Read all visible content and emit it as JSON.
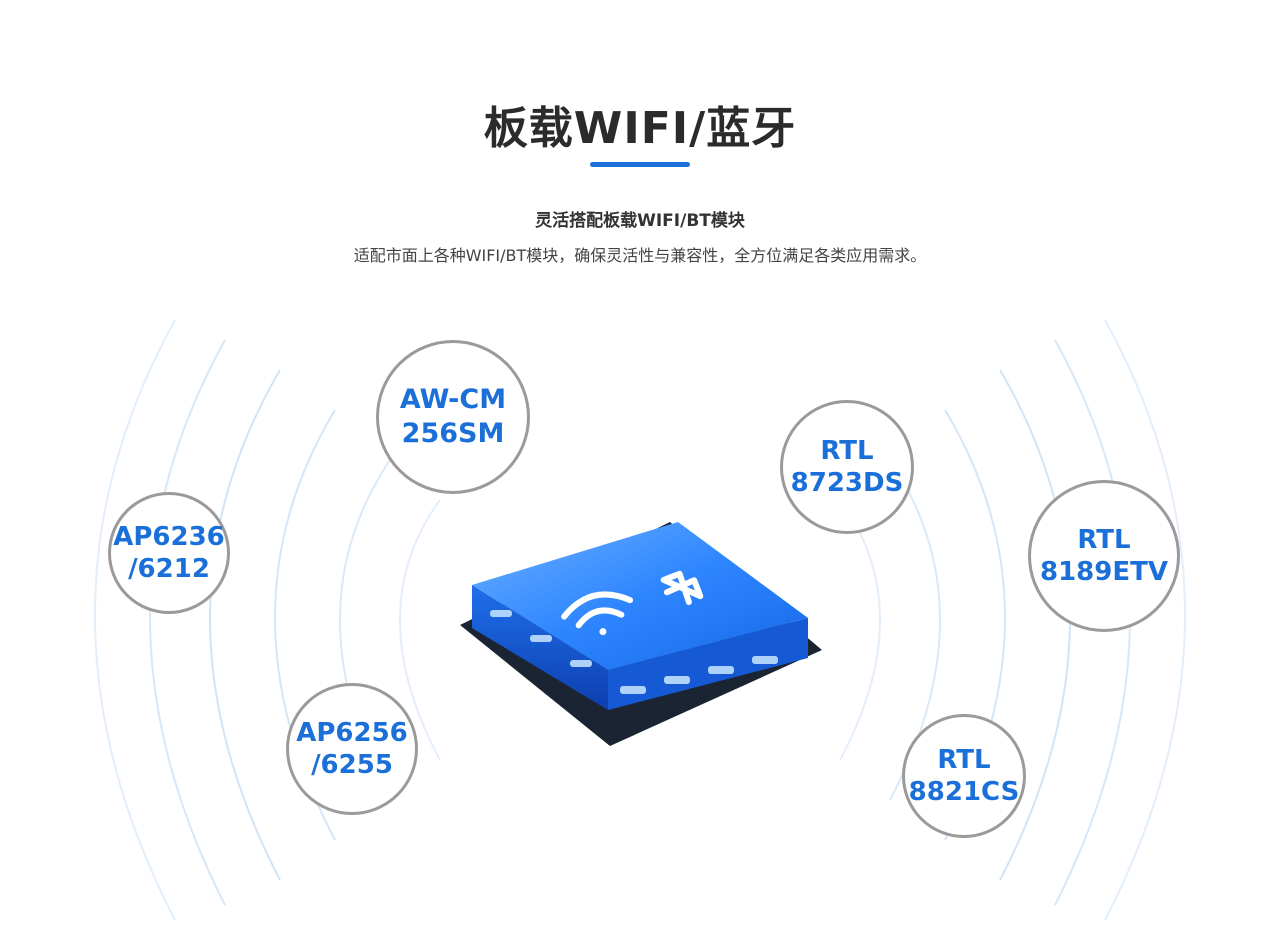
{
  "header": {
    "title": "板载WIFI/蓝牙",
    "subtitle": "灵活搭配板载WIFI/BT模块",
    "description": "适配市面上各种WIFI/BT模块，确保灵活性与兼容性，全方位满足各类应用需求。"
  },
  "colors": {
    "accent": "#1a6fd8",
    "bubble_border": "#9a9a9a",
    "wave": "#cfe3f7",
    "chip": "#2a7fff"
  },
  "chip": {
    "icons": [
      "wifi-icon",
      "bluetooth-icon"
    ]
  },
  "modules": [
    {
      "line1": "AW-CM",
      "line2": "256SM"
    },
    {
      "line1": "AP6236",
      "line2": "/6212"
    },
    {
      "line1": "AP6256",
      "line2": "/6255"
    },
    {
      "line1": "RTL",
      "line2": "8723DS"
    },
    {
      "line1": "RTL",
      "line2": "8189ETV"
    },
    {
      "line1": "RTL",
      "line2": "8821CS"
    }
  ]
}
